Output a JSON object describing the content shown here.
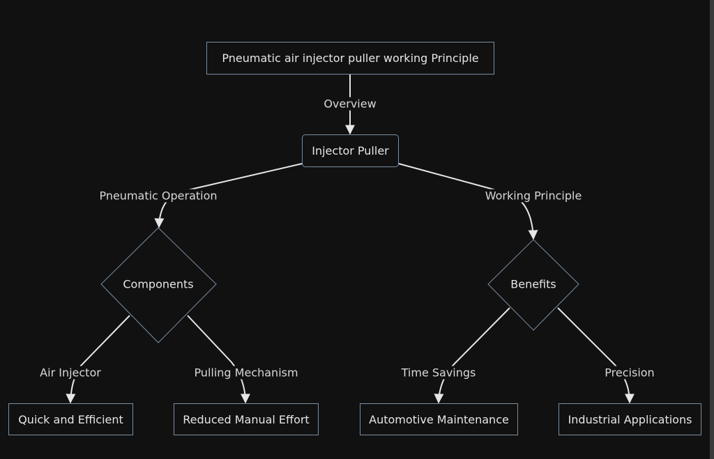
{
  "diagram": {
    "nodes": {
      "root": "Pneumatic air injector puller working Principle",
      "puller": "Injector Puller",
      "components": "Components",
      "benefits": "Benefits",
      "quick": "Quick and Efficient",
      "reduced": "Reduced Manual Effort",
      "automotive": "Automotive Maintenance",
      "industrial": "Industrial Applications"
    },
    "edges": {
      "overview": "Overview",
      "pneumatic": "Pneumatic Operation",
      "working": "Working Principle",
      "air_injector": "Air Injector",
      "pulling": "Pulling Mechanism",
      "time_savings": "Time Savings",
      "precision": "Precision"
    },
    "colors": {
      "background": "#111111",
      "node_border": "#7b8ea3",
      "edge_line": "#e6e6e6",
      "text": "#e6e6e6"
    }
  }
}
